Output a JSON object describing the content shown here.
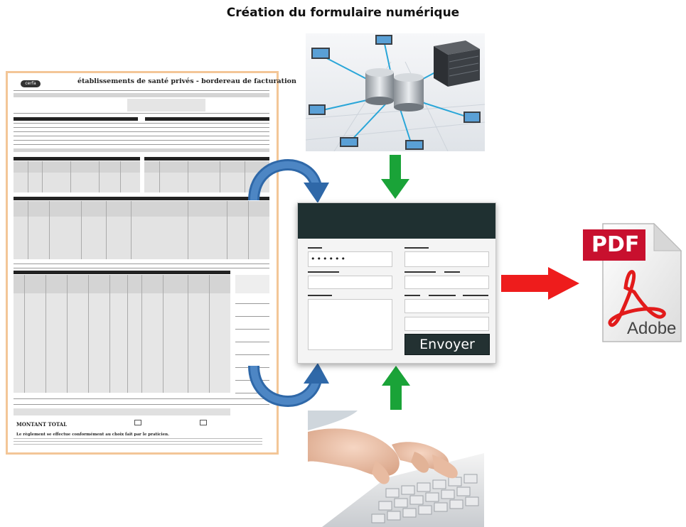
{
  "title": "Création du formulaire numérique",
  "form": {
    "password_mask": "••••••",
    "submit_label": "Envoyer"
  },
  "pdf_icon": {
    "badge_text": "PDF",
    "brand_text": "Adobe"
  },
  "document": {
    "logo_text": "cerfa",
    "title": "établissements de santé privés - bordereau de facturation",
    "footer_amount_label": "MONTANT TOTAL",
    "footer_note": "Le règlement se effectue conformément au choix fait par le praticien."
  },
  "colors": {
    "paper_border": "#f3c697",
    "form_header": "#1f3031",
    "green_arrow": "#1aa338",
    "red_arrow": "#ee1c1c",
    "blue_curve": "#2f68a8",
    "pdf_red": "#c8102e"
  }
}
